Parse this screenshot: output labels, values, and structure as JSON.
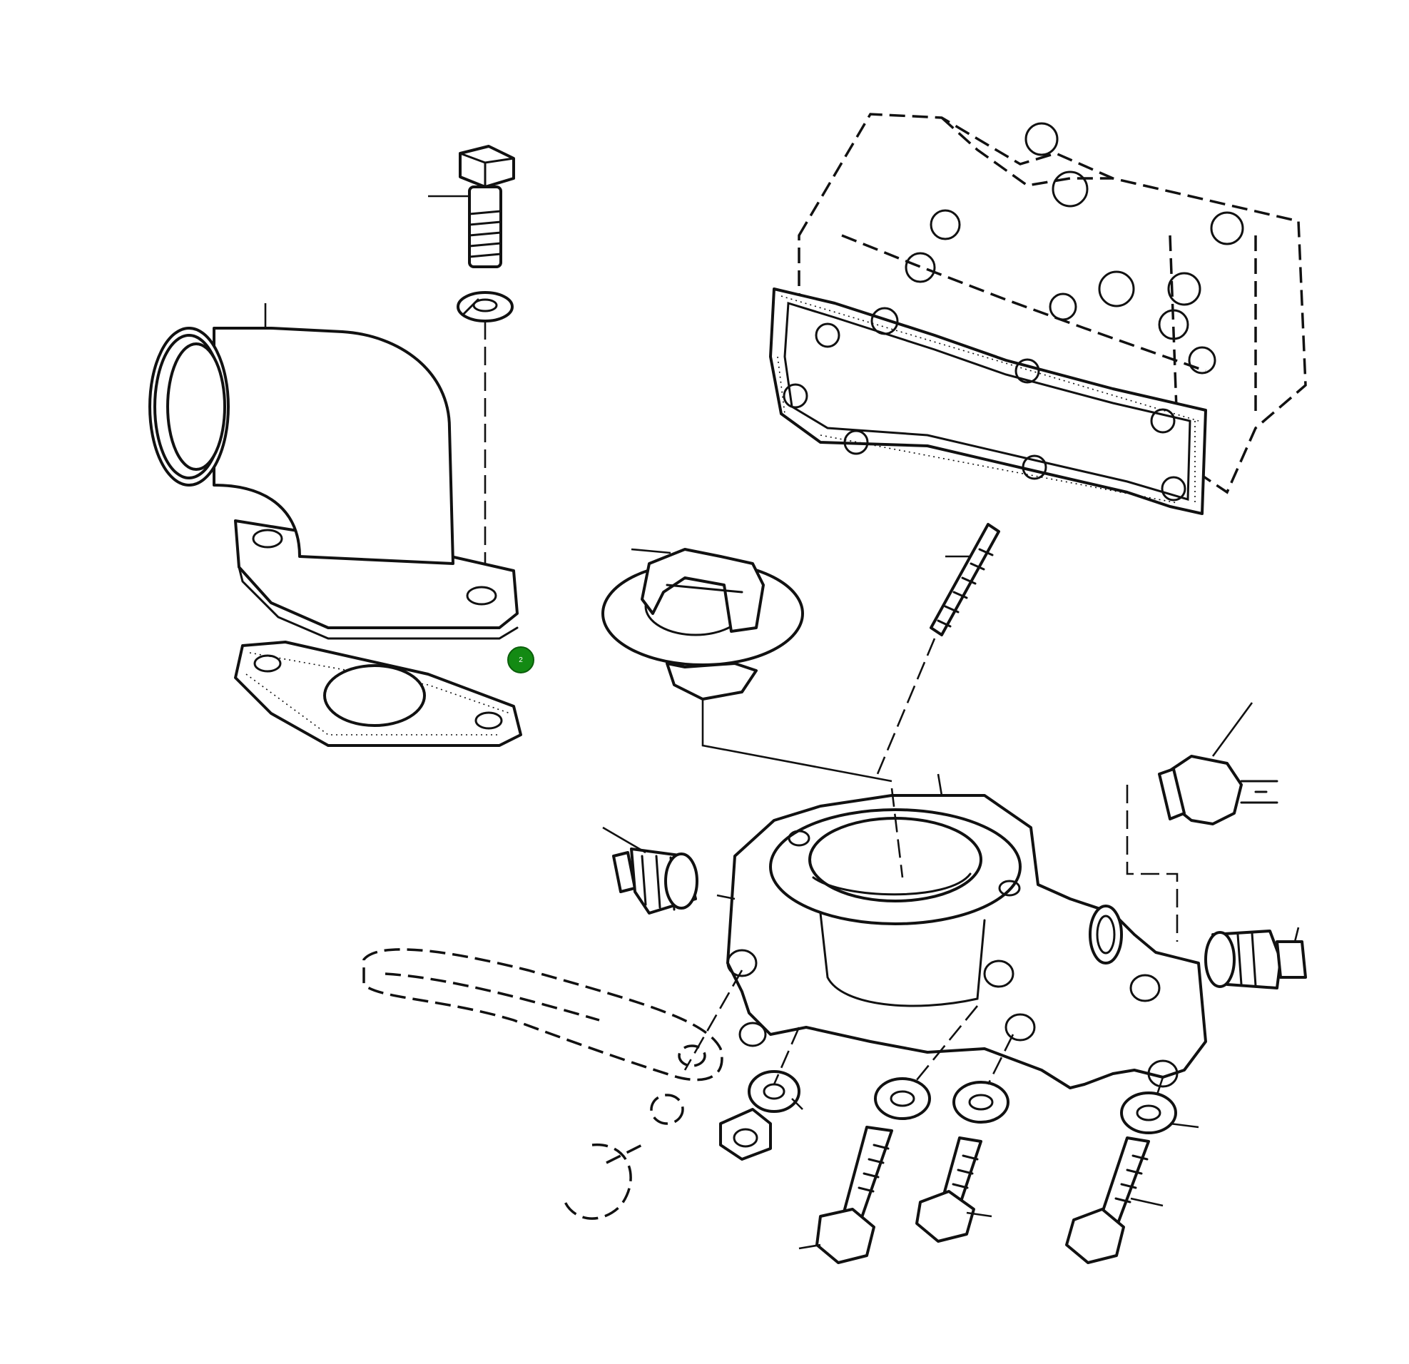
{
  "diagram": {
    "parts": [
      "hex-bolt-top",
      "spring-washer-top",
      "water-outlet-elbow",
      "elbow-gasket",
      "thermostat",
      "cylinder-head",
      "head-gasket",
      "stud",
      "thermostat-housing",
      "temperature-sender",
      "sender-plug-left",
      "sender-plug-right",
      "bracket-optional",
      "hex-nut",
      "spring-washers-lower",
      "hex-bolts-lower"
    ]
  },
  "hotspots": [
    {
      "label": "2",
      "color": "#138a13"
    }
  ]
}
